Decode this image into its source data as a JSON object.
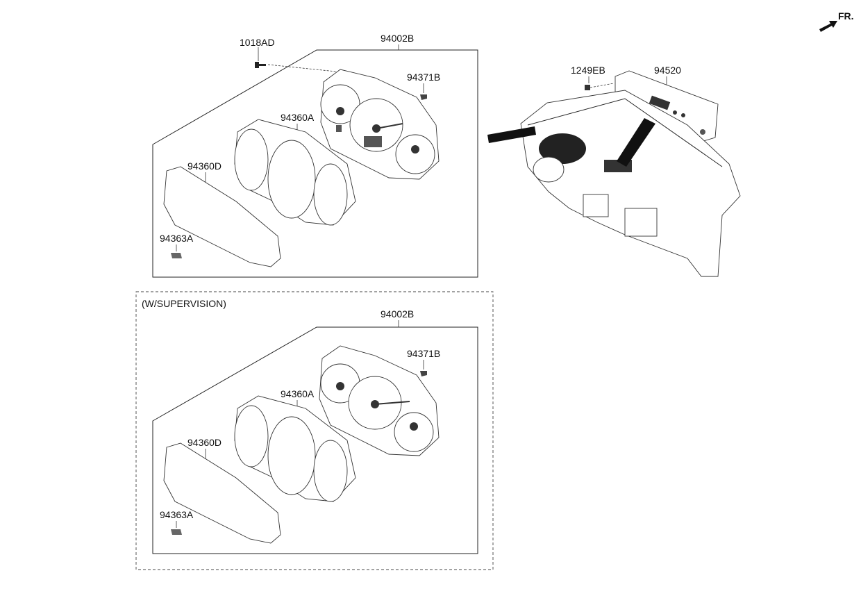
{
  "direction_mark": {
    "text": "FR.",
    "icon": "arrow-icon"
  },
  "top_group": {
    "labels": {
      "screw": "1018AD",
      "cluster": "94002B",
      "bulb": "94371B",
      "hood": "94360A",
      "lens": "94360D",
      "plate": "94363A"
    }
  },
  "bottom_group": {
    "caption": "(W/SUPERVISION)",
    "labels": {
      "cluster": "94002B",
      "bulb": "94371B",
      "hood": "94360A",
      "lens": "94360D",
      "plate": "94363A"
    }
  },
  "dashboard_group": {
    "labels": {
      "screw": "1249EB",
      "display_unit": "94520"
    }
  }
}
